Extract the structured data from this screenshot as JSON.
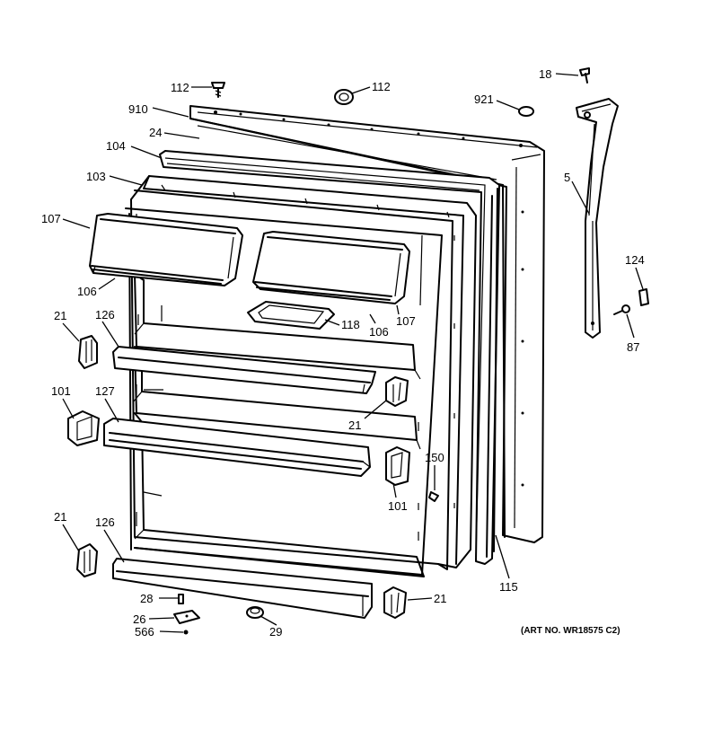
{
  "labels": {
    "l112a": "112",
    "l112b": "112",
    "l18": "18",
    "l921": "921",
    "l910": "910",
    "l24": "24",
    "l104": "104",
    "l103": "103",
    "l107a": "107",
    "l106a": "106",
    "l106b": "106",
    "l107b": "107",
    "l118": "118",
    "l5": "5",
    "l124": "124",
    "l87": "87",
    "l21a": "21",
    "l126a": "126",
    "l101a": "101",
    "l127": "127",
    "l21b": "21",
    "l150": "150",
    "l101b": "101",
    "l21c": "21",
    "l126b": "126",
    "l115": "115",
    "l28": "28",
    "l26": "26",
    "l566": "566",
    "l29": "29",
    "l21d": "21"
  },
  "art_number": "(ART NO. WR18575 C2)"
}
